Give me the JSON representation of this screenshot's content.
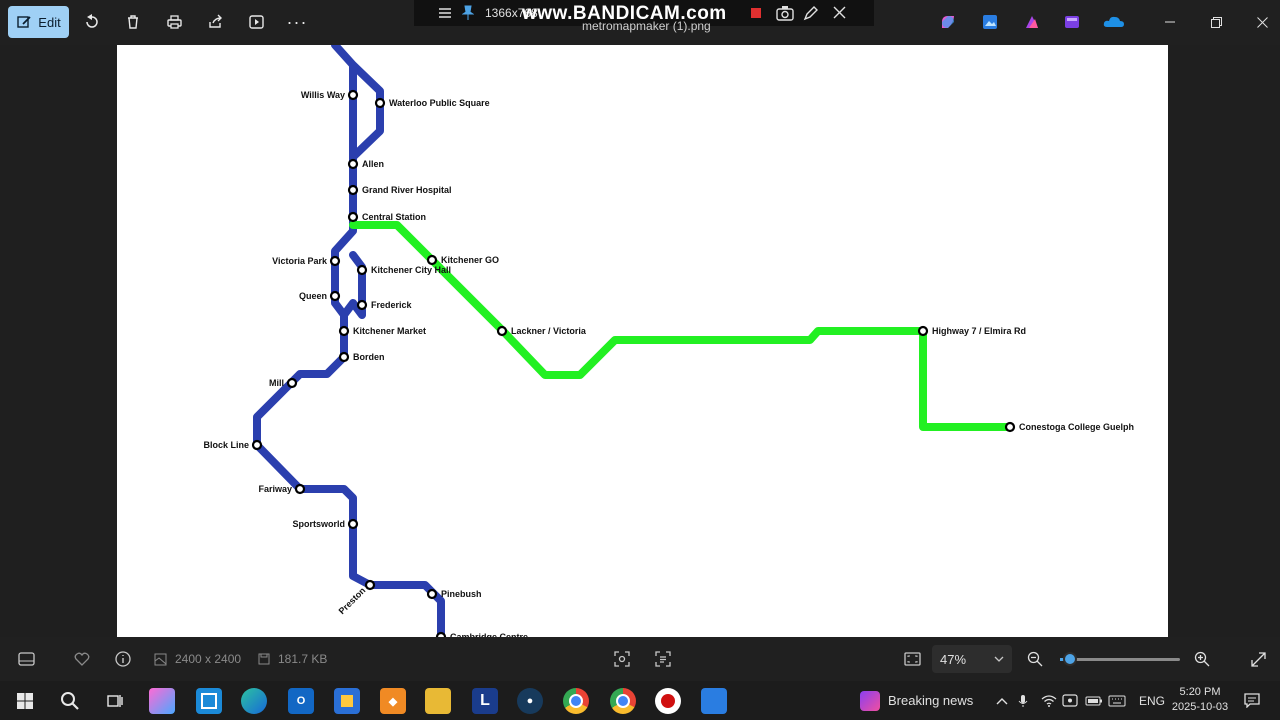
{
  "toolbar": {
    "edit_label": "Edit",
    "icons": [
      "edit-icon",
      "rotate-icon",
      "delete-icon",
      "print-icon",
      "share-icon",
      "slideshow-icon",
      "more-icon"
    ],
    "more_label": "···"
  },
  "recorder": {
    "resolution": "1366x768",
    "watermark": "www.BANDICAM.com",
    "filename": "metromapmaker (1).png"
  },
  "map": {
    "colors": {
      "blue": "#2b3fae",
      "green": "#22f022"
    },
    "blue_stations": [
      {
        "name": "Willis Way"
      },
      {
        "name": "Waterloo Public Square"
      },
      {
        "name": "Allen"
      },
      {
        "name": "Grand River Hospital"
      },
      {
        "name": "Central Station"
      },
      {
        "name": "Victoria Park"
      },
      {
        "name": "Kitchener City Hall"
      },
      {
        "name": "Queen"
      },
      {
        "name": "Frederick"
      },
      {
        "name": "Kitchener Market"
      },
      {
        "name": "Borden"
      },
      {
        "name": "Mill"
      },
      {
        "name": "Block Line"
      },
      {
        "name": "Fariway"
      },
      {
        "name": "Sportsworld"
      },
      {
        "name": "Preston"
      },
      {
        "name": "Pinebush"
      },
      {
        "name": "Cambridge Centre"
      }
    ],
    "green_stations": [
      {
        "name": "Kitchener GO"
      },
      {
        "name": "Lackner / Victoria"
      },
      {
        "name": "Highway 7 / Elmira Rd"
      },
      {
        "name": "Conestoga College Guelph"
      }
    ]
  },
  "status": {
    "dimensions": "2400 x 2400",
    "file_size": "181.7 KB",
    "zoom": "47%",
    "zoom_level": 0.08
  },
  "taskbar": {
    "news": "Breaking news",
    "language": "ENG",
    "time": "5:20 PM",
    "date": "2025-10-03"
  }
}
